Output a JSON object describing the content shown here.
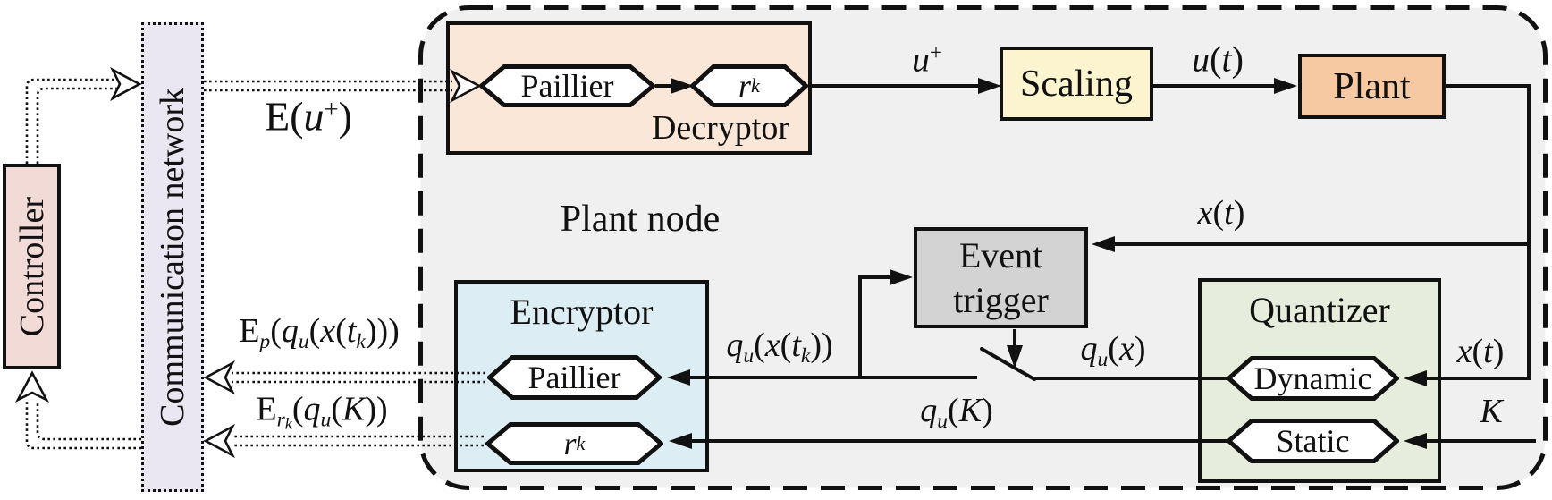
{
  "colors": {
    "line": "#111111",
    "plant_node_bg": "#f0f0f0",
    "controller_fill": "#f2dad6",
    "network_fill": "#eae7f2",
    "decryptor_fill": "#fae7d7",
    "scaling_fill": "#fbf4ce",
    "plant_fill": "#f6c9a2",
    "event_trigger_fill": "#d3d3d3",
    "encryptor_fill": "#dcedf4",
    "quantizer_fill": "#e6eddc",
    "hexagon_fill": "#ffffff"
  },
  "nodes": {
    "controller": {
      "label": "Controller"
    },
    "network": {
      "label": "Communication network"
    },
    "plant_node": {
      "label": "Plant node"
    },
    "decryptor": {
      "label": "Decryptor",
      "paillier": "Paillier"
    },
    "scaling": {
      "label": "Scaling"
    },
    "plant": {
      "label": "Plant"
    },
    "event_trigger": {
      "label_line1": "Event",
      "label_line2": "trigger"
    },
    "encryptor": {
      "label": "Encryptor",
      "paillier": "Paillier"
    },
    "quantizer": {
      "label": "Quantizer",
      "dynamic": "Dynamic",
      "static": "Static"
    }
  },
  "math": {
    "e_u_plus": [
      {
        "t": "E("
      },
      {
        "t": "u",
        "s": "it"
      },
      {
        "t": "+",
        "s": "sup"
      },
      {
        "t": ")"
      }
    ],
    "u_plus": [
      {
        "t": "u",
        "s": "it"
      },
      {
        "t": "+",
        "s": "sup"
      }
    ],
    "u_t": [
      {
        "t": "u",
        "s": "it"
      },
      {
        "t": "("
      },
      {
        "t": "t",
        "s": "it"
      },
      {
        "t": ")"
      }
    ],
    "x_t_event": [
      {
        "t": "x",
        "s": "it"
      },
      {
        "t": "("
      },
      {
        "t": "t",
        "s": "it"
      },
      {
        "t": ")"
      }
    ],
    "x_t_quant": [
      {
        "t": "x",
        "s": "it"
      },
      {
        "t": "("
      },
      {
        "t": "t",
        "s": "it"
      },
      {
        "t": ")"
      }
    ],
    "k_gain": [
      {
        "t": "K",
        "s": "it"
      }
    ],
    "qu_xtk": [
      {
        "t": "q",
        "s": "it"
      },
      {
        "t": "u",
        "s": "isub"
      },
      {
        "t": "("
      },
      {
        "t": "x",
        "s": "it"
      },
      {
        "t": "("
      },
      {
        "t": "t",
        "s": "it"
      },
      {
        "t": "k",
        "s": "isub"
      },
      {
        "t": "))"
      }
    ],
    "qu_x": [
      {
        "t": "q",
        "s": "it"
      },
      {
        "t": "u",
        "s": "isub"
      },
      {
        "t": "("
      },
      {
        "t": "x",
        "s": "it"
      },
      {
        "t": ")"
      }
    ],
    "qu_k": [
      {
        "t": "q",
        "s": "it"
      },
      {
        "t": "u",
        "s": "isub"
      },
      {
        "t": "("
      },
      {
        "t": "K",
        "s": "it"
      },
      {
        "t": ")"
      }
    ],
    "e_p_qu_xtk": [
      {
        "t": "E"
      },
      {
        "t": "p",
        "s": "isub"
      },
      {
        "t": "("
      },
      {
        "t": "q",
        "s": "it"
      },
      {
        "t": "u",
        "s": "isub"
      },
      {
        "t": "("
      },
      {
        "t": "x",
        "s": "it"
      },
      {
        "t": "("
      },
      {
        "t": "t",
        "s": "it"
      },
      {
        "t": "k",
        "s": "isub"
      },
      {
        "t": ")))"
      }
    ],
    "e_rk_qu_k": [
      {
        "t": "E"
      },
      {
        "t": "r",
        "s": "isub"
      },
      {
        "t": "k",
        "s": "isub2"
      },
      {
        "t": "("
      },
      {
        "t": "q",
        "s": "it"
      },
      {
        "t": "u",
        "s": "isub"
      },
      {
        "t": "("
      },
      {
        "t": "K",
        "s": "it"
      },
      {
        "t": "))"
      }
    ],
    "r_k": [
      {
        "t": "r",
        "s": "it"
      },
      {
        "t": "k",
        "s": "isub"
      }
    ]
  }
}
